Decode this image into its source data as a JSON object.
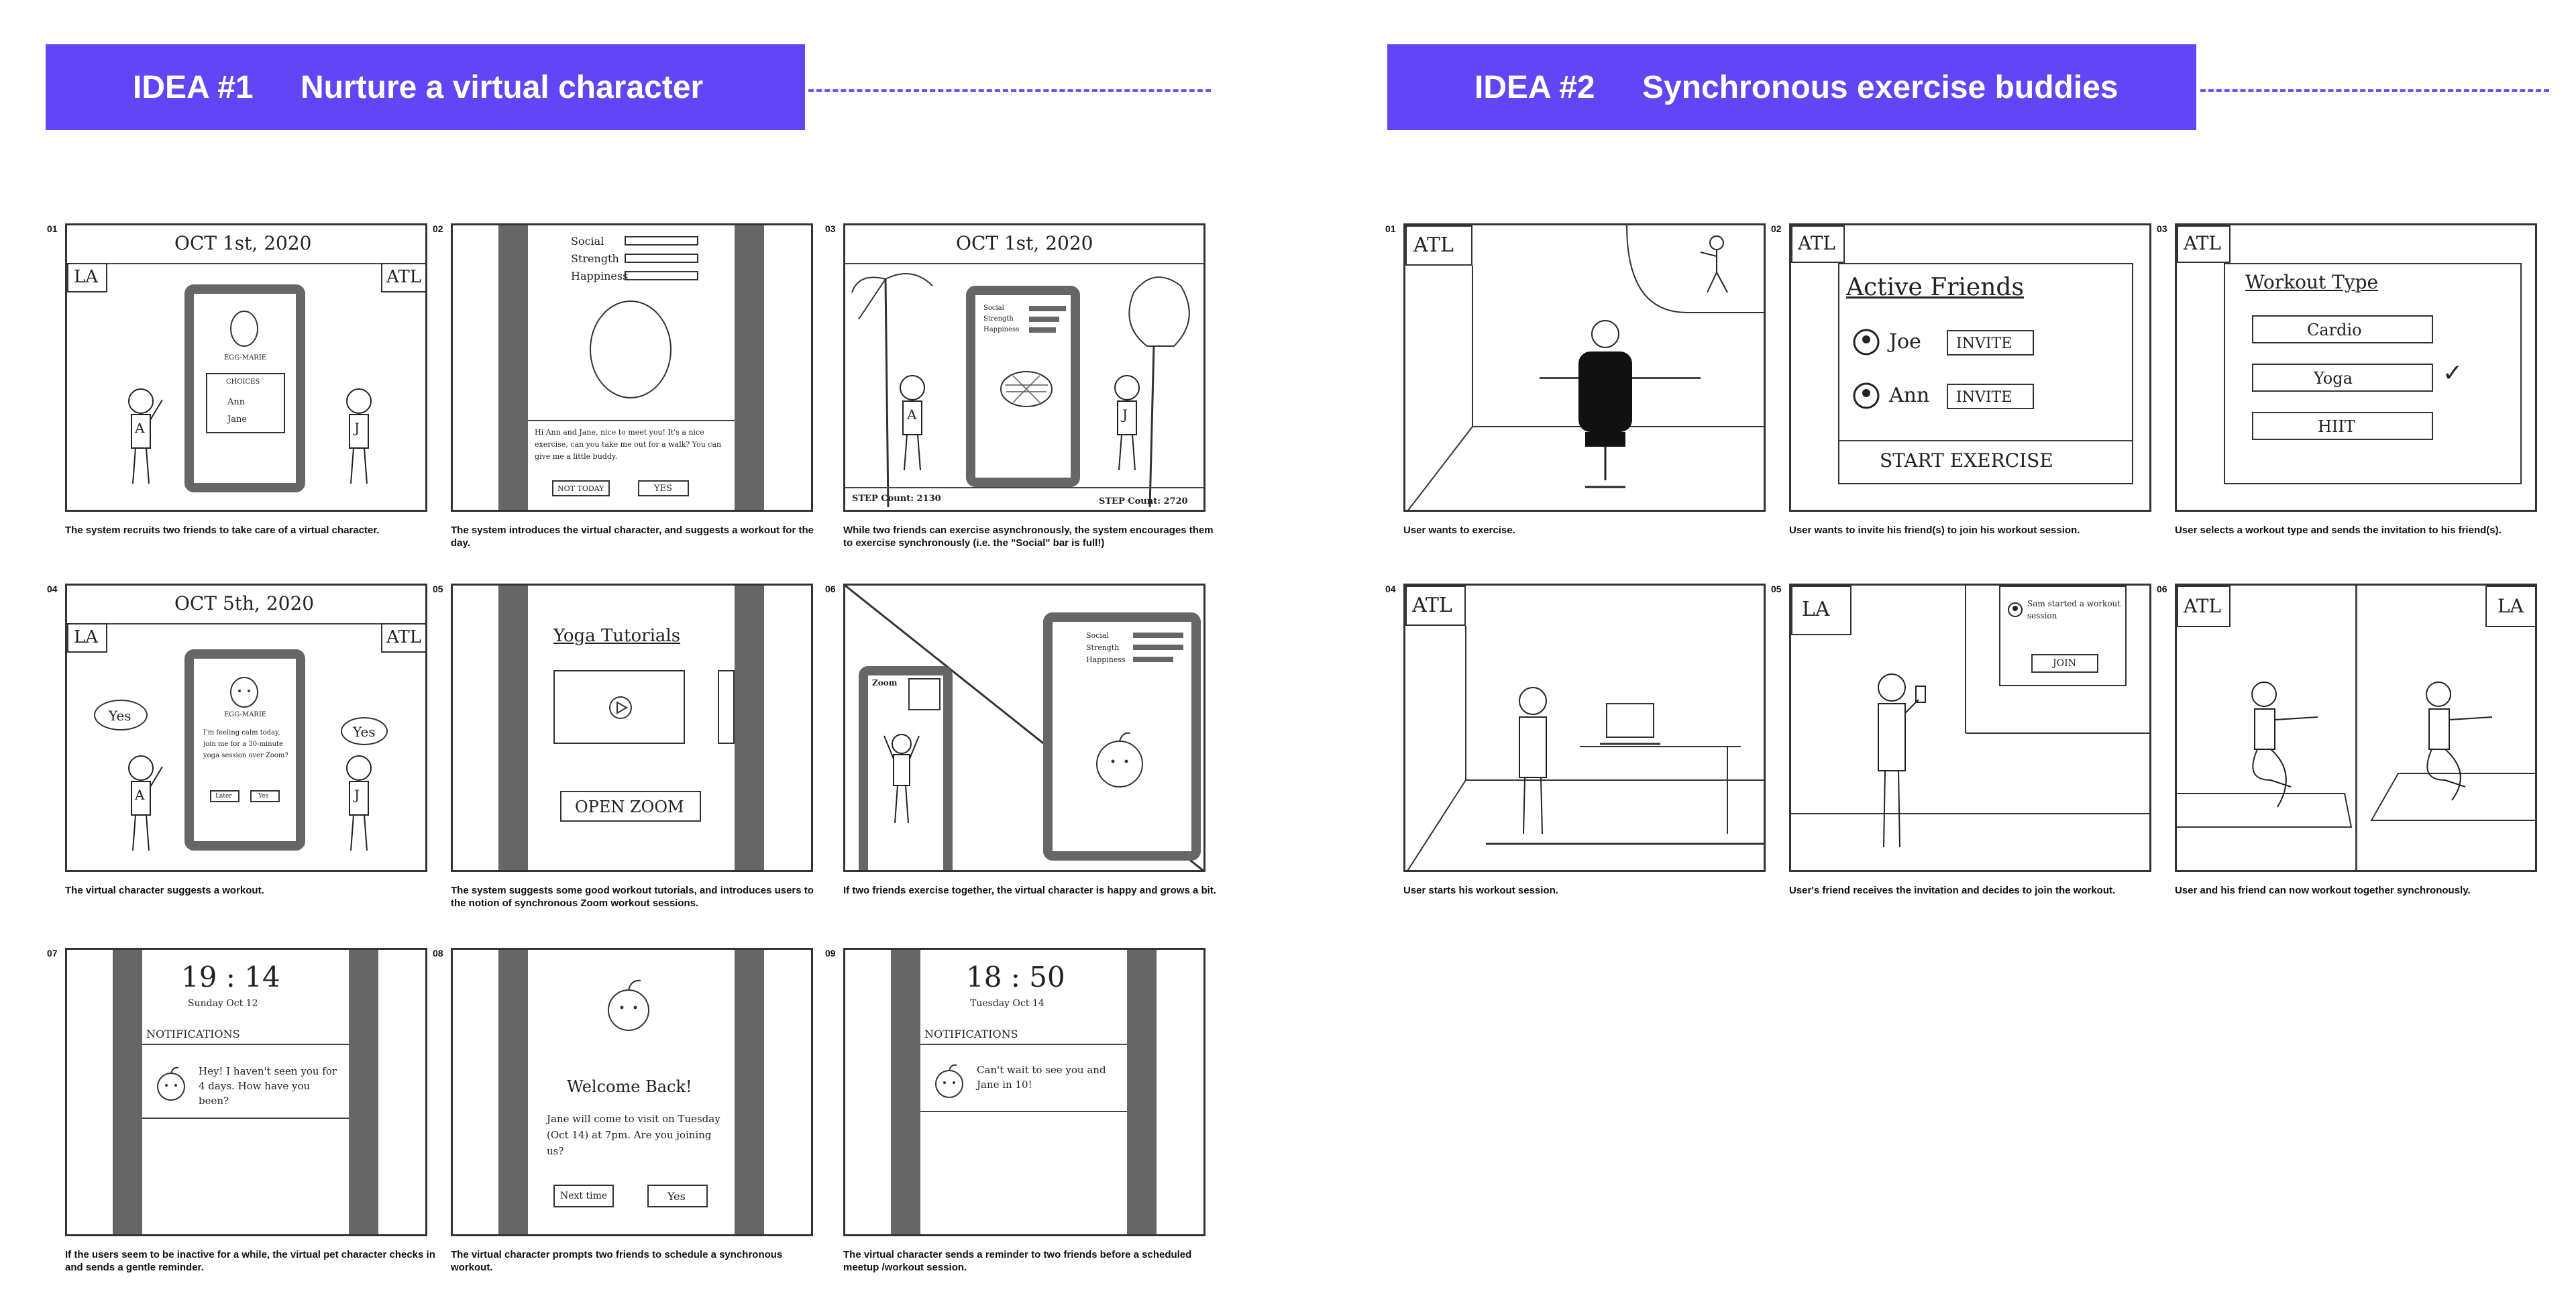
{
  "idea1": {
    "number": "IDEA #1",
    "title": "Nurture a virtual character",
    "panels": [
      {
        "num": "01",
        "caption": "The system recruits two friends to take care of a virtual character.",
        "date": "OCT 1st, 2020",
        "left_label": "LA",
        "right_label": "ATL",
        "screen_name": "EGG-MARIE",
        "choice_title": "CHOICES",
        "choice1": "Ann",
        "choice2": "Jane",
        "person_a": "A",
        "person_j": "J"
      },
      {
        "num": "02",
        "caption": "The system introduces the virtual character, and suggests a workout for the day.",
        "stat1": "Social",
        "stat2": "Strength",
        "stat3": "Happiness",
        "message": "Hi Ann and Jane, nice to meet you! It's a nice exercise, can you take me out for a walk? You can give me a little buddy.",
        "btn_no": "NOT TODAY",
        "btn_yes": "YES"
      },
      {
        "num": "03",
        "caption": "While two friends can exercise asynchronously, the system encourages them to exercise synchronously (i.e. the \"Social\" bar is full!)",
        "date": "OCT 1st, 2020",
        "stat1": "Social",
        "stat2": "Strength",
        "stat3": "Happiness",
        "step_left": "STEP Count: 2130",
        "step_right": "STEP Count: 2720",
        "person_a": "A",
        "person_j": "J"
      },
      {
        "num": "04",
        "caption": "The virtual character suggests a workout.",
        "date": "OCT 5th, 2020",
        "left_label": "LA",
        "right_label": "ATL",
        "bubble_left": "Yes",
        "bubble_right": "Yes",
        "screen_name": "EGG-MARIE",
        "message": "I'm feeling calm today, join me for a 30-minute yoga session over Zoom?",
        "btn_no": "Later",
        "btn_yes": "Yes",
        "person_a": "A",
        "person_j": "J"
      },
      {
        "num": "05",
        "caption": "The system suggests some good workout tutorials, and introduces users to the notion of synchronous Zoom workout sessions.",
        "tutorial_title": "Yoga Tutorials",
        "open_zoom": "OPEN ZOOM"
      },
      {
        "num": "06",
        "caption": "If two friends exercise together, the virtual character is happy and grows a bit.",
        "zoom_label": "Zoom",
        "stat1": "Social",
        "stat2": "Strength",
        "stat3": "Happiness"
      },
      {
        "num": "07",
        "caption": "If the users seem to be  inactive for a while, the virtual pet character checks in and sends a gentle reminder.",
        "time": "19 : 14",
        "day": "Sunday Oct 12",
        "notif_title": "NOTIFICATIONS",
        "message": "Hey! I haven't seen you for 4 days. How have you been?"
      },
      {
        "num": "08",
        "caption": "The virtual character prompts two friends to schedule a synchronous workout.",
        "welcome": "Welcome Back!",
        "message": "Jane will come to visit on Tuesday (Oct 14) at 7pm. Are you joining us?",
        "btn_no": "Next time",
        "btn_yes": "Yes"
      },
      {
        "num": "09",
        "caption": "The virtual character sends a reminder to two friends before a scheduled meetup /workout session.",
        "time": "18 : 50",
        "day": "Tuesday Oct 14",
        "notif_title": "NOTIFICATIONS",
        "message": "Can't wait to see you and Jane in 10!"
      }
    ]
  },
  "idea2": {
    "number": "IDEA #2",
    "title": "Synchronous exercise buddies",
    "panels": [
      {
        "num": "01",
        "caption": "User wants to exercise.",
        "corner_label": "ATL"
      },
      {
        "num": "02",
        "caption": "User wants to invite his friend(s) to join his workout session.",
        "corner_label": "ATL",
        "heading": "Active Friends",
        "friend1": "Joe",
        "friend2": "Ann",
        "invite": "INVITE",
        "start": "START EXERCISE"
      },
      {
        "num": "03",
        "caption": "User selects a workout type and sends the invitation to his friend(s).",
        "corner_label": "ATL",
        "heading": "Workout Type",
        "opt1": "Cardio",
        "opt2": "Yoga",
        "opt3": "HIIT",
        "check": "✓"
      },
      {
        "num": "04",
        "caption": "User starts his workout session.",
        "corner_label": "ATL"
      },
      {
        "num": "05",
        "caption": "User's friend receives the invitation and decides to join the workout.",
        "corner_label": "LA",
        "notif": "Sam started a workout session",
        "join": "JOIN"
      },
      {
        "num": "06",
        "caption": "User and his friend can now workout together synchronously.",
        "corner_label": "ATL",
        "corner_label2": "LA"
      }
    ]
  }
}
